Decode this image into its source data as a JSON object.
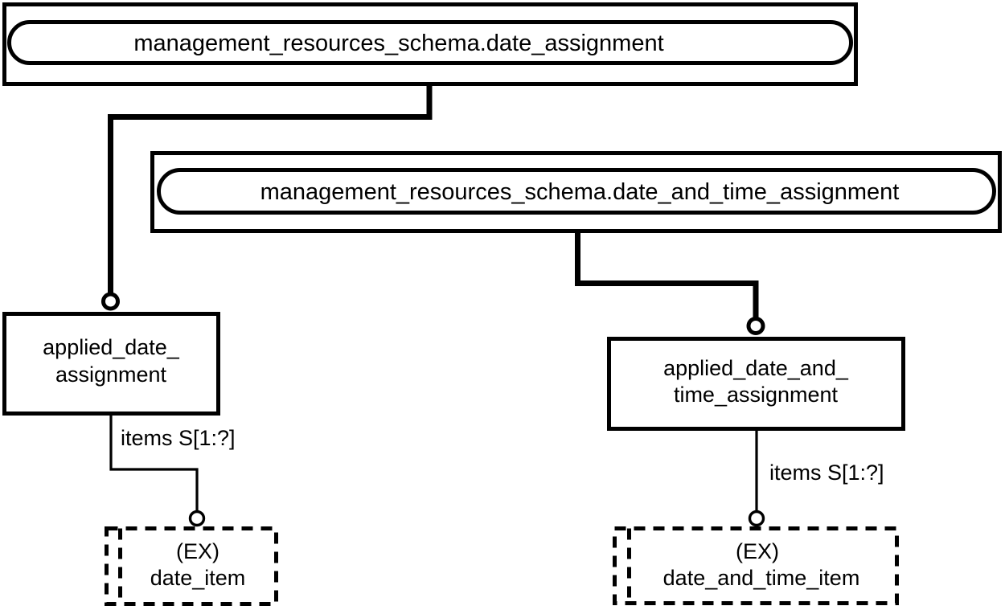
{
  "diagram": {
    "type": "EXPRESS-G entity-level diagram",
    "schemas": [
      {
        "id": "schema-date-assignment",
        "label": "management_resources_schema.date_assignment"
      },
      {
        "id": "schema-date-and-time-assignment",
        "label": "management_resources_schema.date_and_time_assignment"
      }
    ],
    "entities": [
      {
        "id": "entity-applied-date-assignment",
        "line1": "applied_date_",
        "line2": "assignment"
      },
      {
        "id": "entity-applied-date-and-time-assignment",
        "line1": "applied_date_and_",
        "line2": "time_assignment"
      }
    ],
    "references": [
      {
        "id": "ref-date-item",
        "marker": "(EX)",
        "name": "date_item"
      },
      {
        "id": "ref-date-and-time-item",
        "marker": "(EX)",
        "name": "date_and_time_item"
      }
    ],
    "attributes": [
      {
        "id": "attr-items-left",
        "label": "items S[1:?]"
      },
      {
        "id": "attr-items-right",
        "label": "items S[1:?]"
      }
    ],
    "colors": {
      "stroke": "#000000",
      "background": "#ffffff"
    }
  }
}
